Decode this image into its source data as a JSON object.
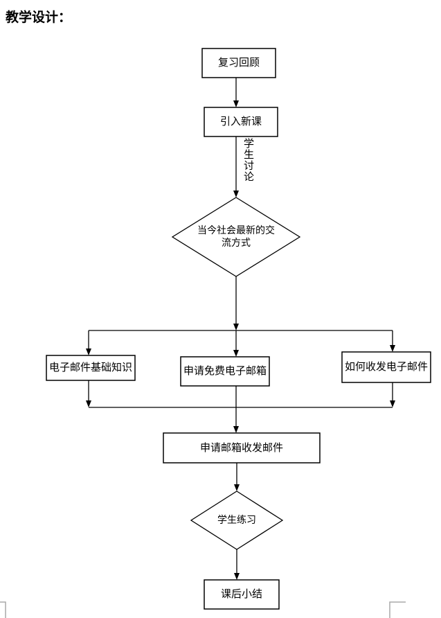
{
  "document": {
    "heading": "教学设计："
  },
  "flowchart": {
    "nodes": {
      "review": {
        "label": "复习回顾",
        "shape": "rect"
      },
      "introduce_new_lesson": {
        "label": "引入新课",
        "shape": "rect"
      },
      "decision_modern_communication": {
        "label": "当今社会最新的交流方式",
        "shape": "diamond"
      },
      "email_basics": {
        "label": "电子邮件基础知识",
        "shape": "rect"
      },
      "apply_free_email": {
        "label": "申请免费电子邮箱",
        "shape": "rect"
      },
      "how_send_receive_email": {
        "label": "如何收发电子邮件",
        "shape": "rect"
      },
      "apply_mailbox_send_receive": {
        "label": "申请邮箱收发邮件",
        "shape": "rect"
      },
      "student_practice": {
        "label": "学生练习",
        "shape": "diamond"
      },
      "after_class_summary": {
        "label": "课后小结",
        "shape": "rect"
      }
    },
    "edge_labels": {
      "student_discussion": "学生讨论"
    },
    "colors": {
      "line": "#000000",
      "node_fill": "#ffffff",
      "node_border": "#000000",
      "crop_mark": "#a9a9a9"
    }
  }
}
